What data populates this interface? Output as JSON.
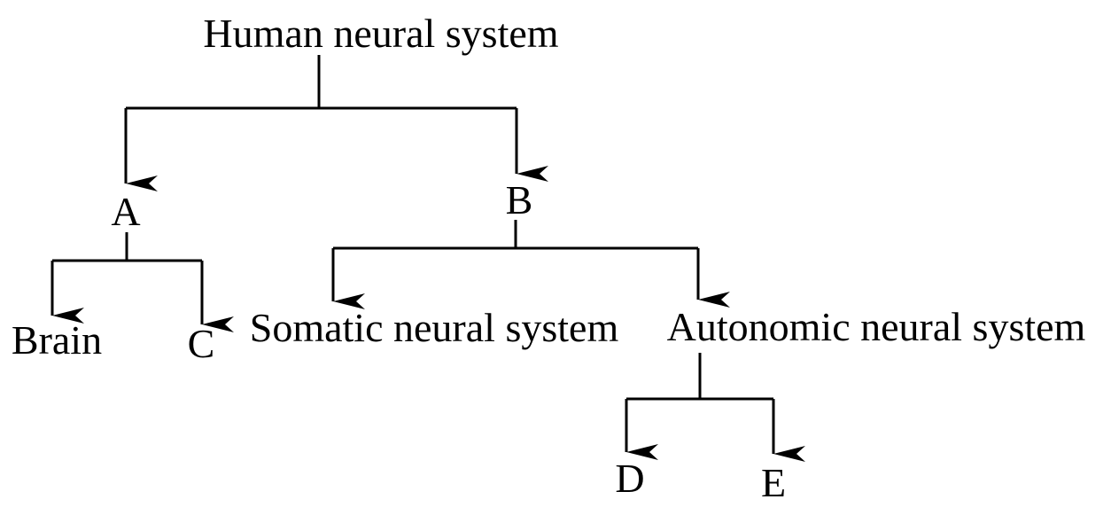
{
  "diagram": {
    "root": "Human neural system",
    "a": "A",
    "b": "B",
    "brain": "Brain",
    "c": "C",
    "somatic": "Somatic neural system",
    "autonomic": "Autonomic neural system",
    "d": "D",
    "e": "E"
  },
  "colors": {
    "stroke": "#000000",
    "background": "#ffffff"
  }
}
